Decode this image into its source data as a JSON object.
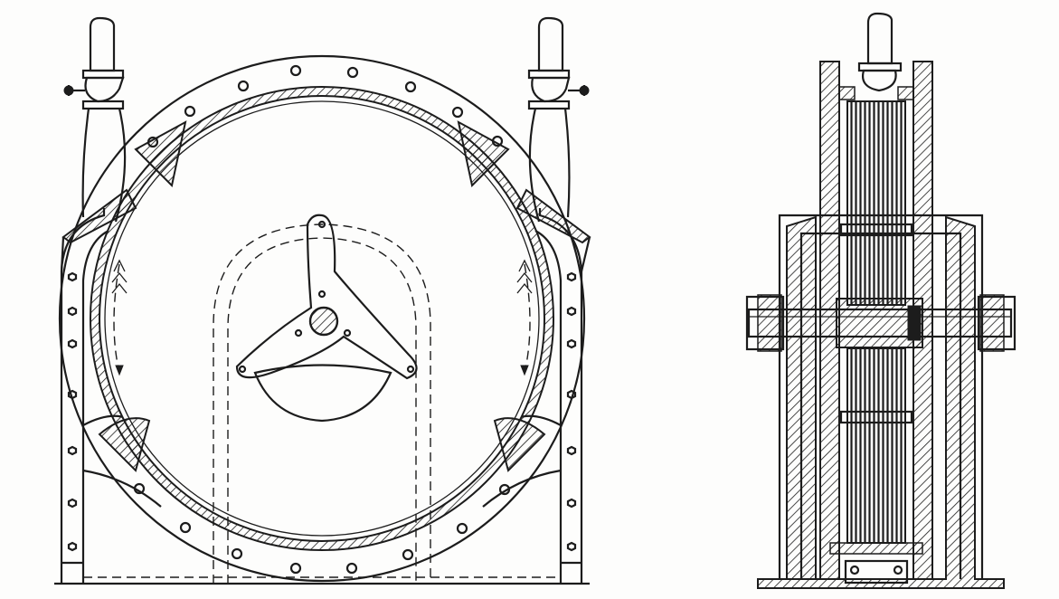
{
  "figure": {
    "ink_color": "#1c1c1c",
    "paper_color": "#fdfdfc",
    "views": [
      {
        "name": "front-section-view",
        "parts": [
          "casing",
          "rotor-disc",
          "inlet-valve-left",
          "inlet-valve-right",
          "shaft-hub",
          "flow-arrow-left",
          "flow-arrow-right"
        ]
      },
      {
        "name": "side-section-view",
        "parts": [
          "disc-stack",
          "bearing-housing",
          "shaft",
          "inlet-valve-top"
        ]
      }
    ]
  }
}
